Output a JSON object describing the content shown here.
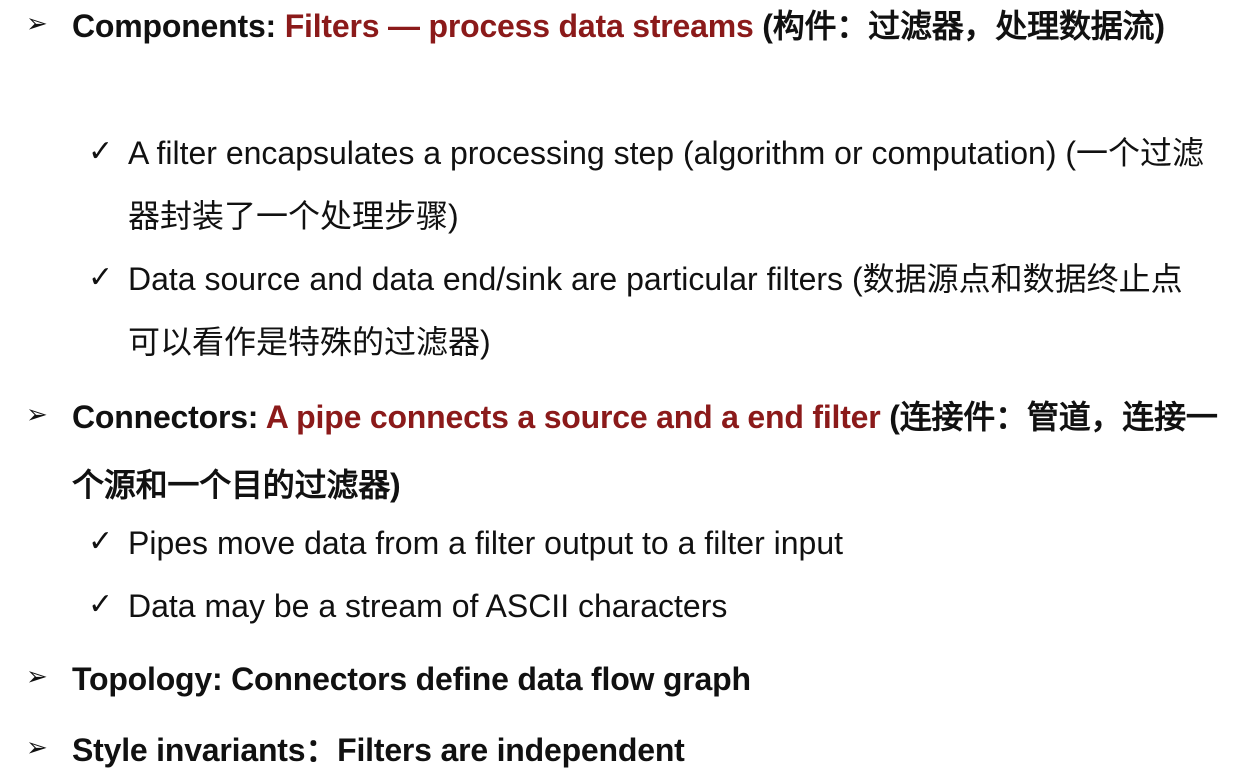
{
  "sections": [
    {
      "marker": "➢",
      "label": "Components: ",
      "highlight": "Filters — process data streams",
      "rest": " (构件：过滤器，处理数据流)",
      "subitems": [
        {
          "marker": "✓",
          "text": "A filter encapsulates a processing step (algorithm or computation) (一个过滤器封装了一个处理步骤)"
        },
        {
          "marker": "✓",
          "text": "Data source and data end/sink are particular filters (数据源点和数据终止点可以看作是特殊的过滤器)"
        }
      ]
    },
    {
      "marker": "➢",
      "label": "Connectors: ",
      "highlight": "A pipe connects a source and a end filter",
      "rest": " (连接件：管道，连接一个源和一个目的过滤器)",
      "subitems": [
        {
          "marker": "✓",
          "text": "Pipes move data from a filter output to a filter input"
        },
        {
          "marker": "✓",
          "text": "Data may be a stream of ASCII characters"
        }
      ]
    },
    {
      "marker": "➢",
      "label": "Topology: Connectors define data flow graph"
    },
    {
      "marker": "➢",
      "label": "Style invariants：Filters are independent"
    }
  ]
}
